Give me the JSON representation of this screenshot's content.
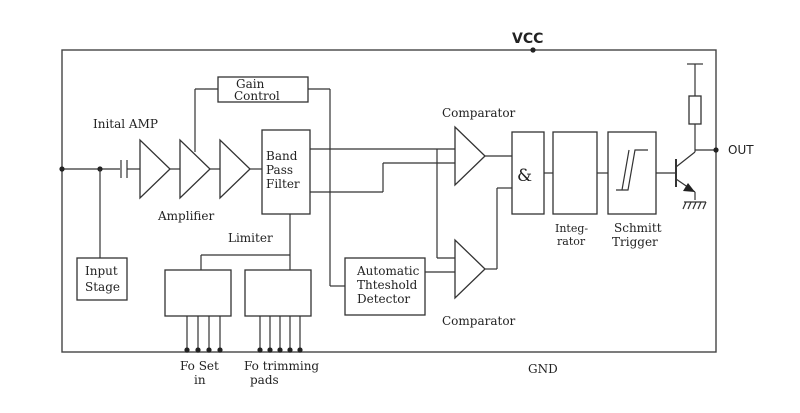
{
  "labels": {
    "vcc": "VCC",
    "gnd": "GND",
    "out": "OUT",
    "initial_amp": "Inital AMP",
    "amplifier": "Amplifier",
    "limiter": "Limiter",
    "gain_control_1": "Gain",
    "gain_control_2": "Control",
    "band_pass_1": "Band",
    "band_pass_2": "Pass",
    "band_pass_3": "Filter",
    "comparator_top": "Comparator",
    "comparator_bottom": "Comparator",
    "and_gate": "&",
    "integrator_1": "Integ-",
    "integrator_2": "rator",
    "schmitt_1": "Schmitt",
    "schmitt_2": "Trigger",
    "input_stage_1": "Input",
    "input_stage_2": "Stage",
    "atd_1": "Automatic",
    "atd_2": "Thteshold",
    "atd_3": "Detector",
    "fo_set_1": "Fo Set",
    "fo_set_2": "in",
    "fo_trim_1": "Fo trimming",
    "fo_trim_2": "pads"
  }
}
